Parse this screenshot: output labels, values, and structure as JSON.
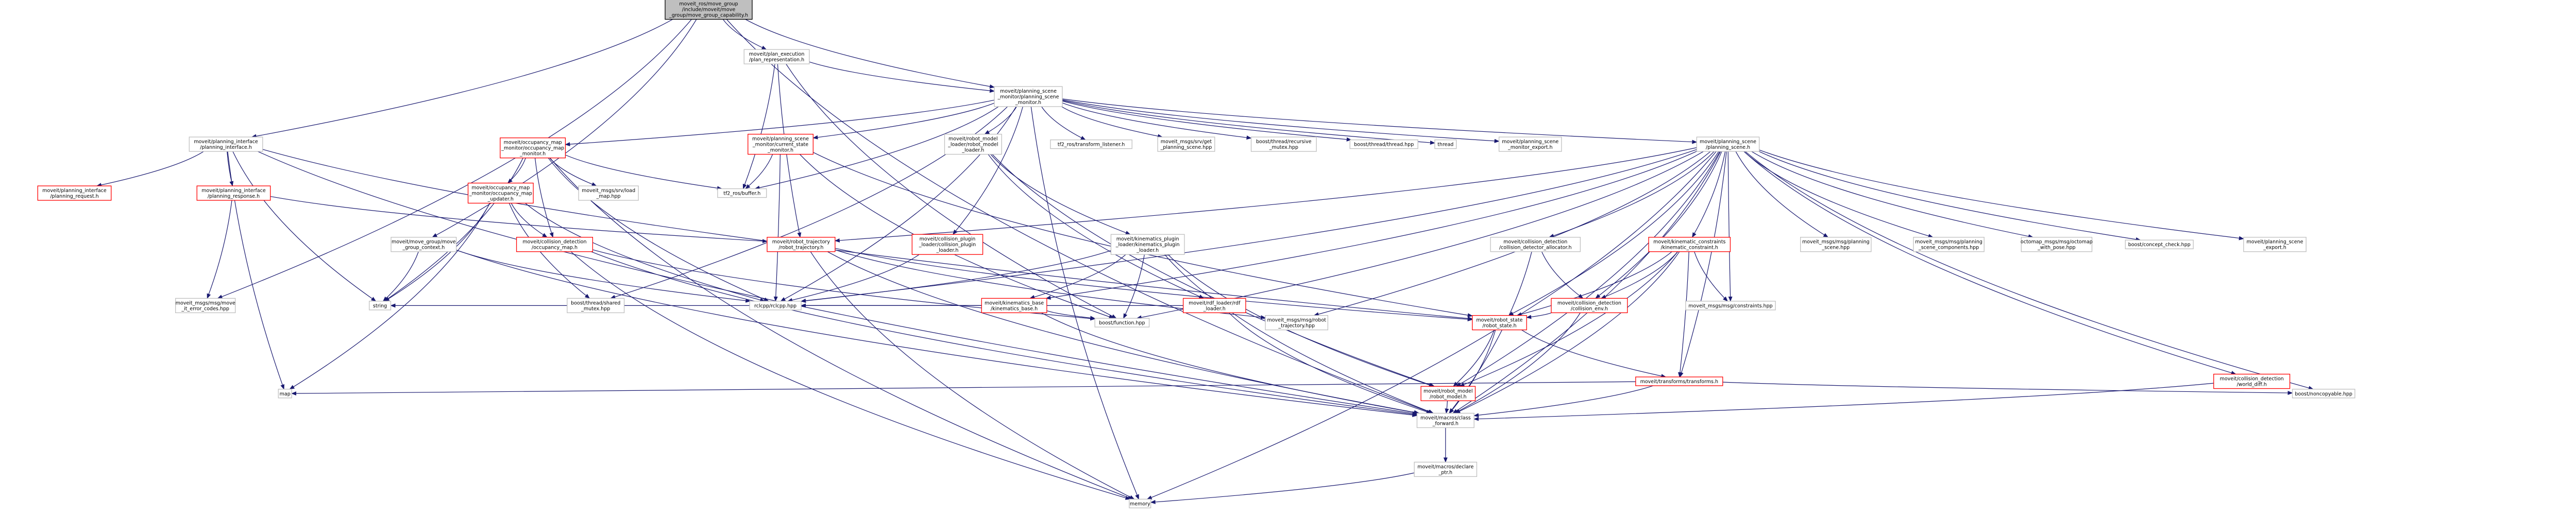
{
  "colors": {
    "edge": "#191970",
    "box_border_default": "#bfbfbf",
    "box_border_red": "#ff0000",
    "root_fill": "#bfbfbf",
    "root_border": "#000000",
    "fill": "#ffffff",
    "text": "#000000"
  },
  "nodes": [
    {
      "id": "root",
      "style": "root",
      "lines": [
        "moveit_ros/move_group",
        "/include/moveit/move",
        "_group/move_group_capability.h"
      ]
    },
    {
      "id": "plan_exec",
      "style": "default",
      "lines": [
        "moveit/plan_execution",
        "/plan_representation.h"
      ]
    },
    {
      "id": "psm",
      "style": "default",
      "lines": [
        "moveit/planning_scene",
        "_monitor/planning_scene",
        "_monitor.h"
      ]
    },
    {
      "id": "pi",
      "style": "default",
      "lines": [
        "moveit/planning_interface",
        "/planning_interface.h"
      ]
    },
    {
      "id": "occ_mon",
      "style": "red",
      "lines": [
        "moveit/occupancy_map",
        "_monitor/occupancy_map",
        "_monitor.h"
      ]
    },
    {
      "id": "cur_state",
      "style": "red",
      "lines": [
        "moveit/planning_scene",
        "_monitor/current_state",
        "_monitor.h"
      ]
    },
    {
      "id": "rml",
      "style": "default",
      "lines": [
        "moveit/robot_model",
        "_loader/robot_model",
        "_loader.h"
      ]
    },
    {
      "id": "tf2_listener",
      "style": "default",
      "lines": [
        "tf2_ros/transform_listener.h"
      ]
    },
    {
      "id": "srv_scene",
      "style": "default",
      "lines": [
        "moveit_msgs/srv/get",
        "_planning_scene.hpp"
      ]
    },
    {
      "id": "rec_mutex",
      "style": "default",
      "lines": [
        "boost/thread/recursive",
        "_mutex.hpp"
      ]
    },
    {
      "id": "thread_hpp",
      "style": "default",
      "lines": [
        "boost/thread/thread.hpp"
      ]
    },
    {
      "id": "thread",
      "style": "default",
      "lines": [
        "thread"
      ]
    },
    {
      "id": "ps_export",
      "style": "default",
      "lines": [
        "moveit/planning_scene",
        "_monitor_export.h"
      ]
    },
    {
      "id": "ps",
      "style": "default",
      "lines": [
        "moveit/planning_scene",
        "/planning_scene.h"
      ]
    },
    {
      "id": "pi_req",
      "style": "red",
      "lines": [
        "moveit/planning_interface",
        "/planning_request.h"
      ]
    },
    {
      "id": "pi_resp",
      "style": "red",
      "lines": [
        "moveit/planning_interface",
        "/planning_response.h"
      ]
    },
    {
      "id": "occ_upd",
      "style": "red",
      "lines": [
        "moveit/occupancy_map",
        "_monitor/occupancy_map",
        "_updater.h"
      ]
    },
    {
      "id": "octomap_msg",
      "style": "default",
      "lines": [
        "moveit_msgs/srv/load",
        "_map.hpp"
      ]
    },
    {
      "id": "tf2_buf",
      "style": "default",
      "lines": [
        "tf2_ros/buffer.h"
      ]
    },
    {
      "id": "mg_ctx",
      "style": "default",
      "lines": [
        "moveit/move_group/move",
        "_group_context.h"
      ]
    },
    {
      "id": "cd_occ",
      "style": "red",
      "lines": [
        "moveit/collision_detection",
        "/occupancy_map.h"
      ]
    },
    {
      "id": "rt",
      "style": "red",
      "lines": [
        "moveit/robot_trajectory",
        "/robot_trajectory.h"
      ]
    },
    {
      "id": "cplugin",
      "style": "red",
      "lines": [
        "moveit/collision_plugin",
        "_loader/collision_plugin",
        "_loader.h"
      ]
    },
    {
      "id": "kpl",
      "style": "default",
      "lines": [
        "moveit/kinematics_plugin",
        "_loader/kinematics_plugin",
        "_loader.h"
      ]
    },
    {
      "id": "cd_alloc",
      "style": "default",
      "lines": [
        "moveit/collision_detection",
        "/collision_detector_allocator.h"
      ]
    },
    {
      "id": "kin_con",
      "style": "red",
      "lines": [
        "moveit/kinematic_constraints",
        "/kinematic_constraint.h"
      ]
    },
    {
      "id": "ps_msg",
      "style": "default",
      "lines": [
        "moveit_msgs/msg/planning",
        "_scene.hpp"
      ]
    },
    {
      "id": "ps_comp",
      "style": "default",
      "lines": [
        "moveit_msgs/msg/planning",
        "_scene_components.hpp"
      ]
    },
    {
      "id": "octomap_pose",
      "style": "default",
      "lines": [
        "octomap_msgs/msg/octomap",
        "_with_pose.hpp"
      ]
    },
    {
      "id": "concept",
      "style": "default",
      "lines": [
        "boost/concept_check.hpp"
      ]
    },
    {
      "id": "ps_export2",
      "style": "default",
      "lines": [
        "moveit/planning_scene",
        "_export.h"
      ]
    },
    {
      "id": "mec",
      "style": "default",
      "lines": [
        "moveit_msgs/msg/move",
        "_it_error_codes.hpp"
      ]
    },
    {
      "id": "string",
      "style": "default",
      "lines": [
        "string"
      ]
    },
    {
      "id": "shared_mutex",
      "style": "default",
      "lines": [
        "boost/thread/shared",
        "_mutex.hpp"
      ]
    },
    {
      "id": "rclcpp",
      "style": "default",
      "lines": [
        "rclcpp/rclcpp.hpp"
      ]
    },
    {
      "id": "kin_base",
      "style": "red",
      "lines": [
        "moveit/kinematics_base",
        "/kinematics_base.h"
      ]
    },
    {
      "id": "srdf",
      "style": "red",
      "lines": [
        "moveit/rdf_loader/rdf",
        "_loader.h"
      ]
    },
    {
      "id": "cd_env",
      "style": "red",
      "lines": [
        "moveit/collision_detection",
        "/collision_env.h"
      ]
    },
    {
      "id": "constraints",
      "style": "default",
      "lines": [
        "moveit_msgs/msg/constraints.hpp"
      ]
    },
    {
      "id": "bfunc",
      "style": "default",
      "lines": [
        "boost/function.hpp"
      ]
    },
    {
      "id": "rtraj_msg",
      "style": "default",
      "lines": [
        "moveit_msgs/msg/robot",
        "_trajectory.hpp"
      ]
    },
    {
      "id": "rstate",
      "style": "red",
      "lines": [
        "moveit/robot_state",
        "/robot_state.h"
      ]
    },
    {
      "id": "transforms",
      "style": "red",
      "lines": [
        "moveit/transforms/transforms.h"
      ]
    },
    {
      "id": "world_diff",
      "style": "red",
      "lines": [
        "moveit/collision_detection",
        "/world_diff.h"
      ]
    },
    {
      "id": "map",
      "style": "default",
      "lines": [
        "map"
      ]
    },
    {
      "id": "rmodel",
      "style": "red",
      "lines": [
        "moveit/robot_model",
        "/robot_model.h"
      ]
    },
    {
      "id": "noncopy",
      "style": "default",
      "lines": [
        "boost/noncopyable.hpp"
      ]
    },
    {
      "id": "cfwd",
      "style": "default",
      "lines": [
        "moveit/macros/class",
        "_forward.h"
      ]
    },
    {
      "id": "declare_ptr",
      "style": "default",
      "lines": [
        "moveit/macros/declare",
        "_ptr.h"
      ]
    },
    {
      "id": "memory",
      "style": "default",
      "lines": [
        "memory"
      ]
    }
  ],
  "edges": [
    [
      "root",
      "plan_exec"
    ],
    [
      "root",
      "psm"
    ],
    [
      "root",
      "pi"
    ],
    [
      "root",
      "mg_ctx"
    ],
    [
      "root",
      "mec"
    ],
    [
      "root",
      "cfwd"
    ],
    [
      "plan_exec",
      "psm"
    ],
    [
      "plan_exec",
      "rt"
    ],
    [
      "plan_exec",
      "tf2_buf"
    ],
    [
      "plan_exec",
      "bfunc"
    ],
    [
      "psm",
      "occ_mon"
    ],
    [
      "psm",
      "cur_state"
    ],
    [
      "psm",
      "rml"
    ],
    [
      "psm",
      "tf2_listener"
    ],
    [
      "psm",
      "srv_scene"
    ],
    [
      "psm",
      "rec_mutex"
    ],
    [
      "psm",
      "thread_hpp"
    ],
    [
      "psm",
      "thread"
    ],
    [
      "psm",
      "ps_export"
    ],
    [
      "psm",
      "ps"
    ],
    [
      "psm",
      "tf2_buf"
    ],
    [
      "psm",
      "rclcpp"
    ],
    [
      "psm",
      "cplugin"
    ],
    [
      "psm",
      "shared_mutex"
    ],
    [
      "psm",
      "memory"
    ],
    [
      "pi",
      "pi_req"
    ],
    [
      "pi",
      "pi_resp"
    ],
    [
      "pi",
      "string"
    ],
    [
      "pi",
      "map"
    ],
    [
      "pi",
      "rstate"
    ],
    [
      "pi",
      "cfwd"
    ],
    [
      "occ_mon",
      "occ_upd"
    ],
    [
      "occ_mon",
      "octomap_msg"
    ],
    [
      "occ_mon",
      "tf2_buf"
    ],
    [
      "occ_mon",
      "cd_occ"
    ],
    [
      "occ_mon",
      "string"
    ],
    [
      "occ_mon",
      "rclcpp"
    ],
    [
      "occ_mon",
      "memory"
    ],
    [
      "cur_state",
      "tf2_buf"
    ],
    [
      "cur_state",
      "rstate"
    ],
    [
      "cur_state",
      "rclcpp"
    ],
    [
      "cur_state",
      "bfunc"
    ],
    [
      "rml",
      "kpl"
    ],
    [
      "rml",
      "srdf"
    ],
    [
      "rml",
      "rmodel"
    ],
    [
      "ps",
      "rt"
    ],
    [
      "ps",
      "cd_alloc"
    ],
    [
      "ps",
      "kin_con"
    ],
    [
      "ps",
      "ps_msg"
    ],
    [
      "ps",
      "ps_comp"
    ],
    [
      "ps",
      "octomap_pose"
    ],
    [
      "ps",
      "concept"
    ],
    [
      "ps",
      "ps_export2"
    ],
    [
      "ps",
      "transforms"
    ],
    [
      "ps",
      "world_diff"
    ],
    [
      "ps",
      "noncopy"
    ],
    [
      "ps",
      "cd_env"
    ],
    [
      "ps",
      "constraints"
    ],
    [
      "ps",
      "rtraj_msg"
    ],
    [
      "ps",
      "bfunc"
    ],
    [
      "ps",
      "rclcpp"
    ],
    [
      "ps",
      "kin_base"
    ],
    [
      "ps",
      "rstate"
    ],
    [
      "ps",
      "cfwd"
    ],
    [
      "ps",
      "memory"
    ],
    [
      "ps",
      "rmodel"
    ],
    [
      "pi_resp",
      "rt"
    ],
    [
      "pi_resp",
      "mec"
    ],
    [
      "occ_upd",
      "cd_occ"
    ],
    [
      "occ_upd",
      "string"
    ],
    [
      "occ_upd",
      "rclcpp"
    ],
    [
      "occ_upd",
      "map"
    ],
    [
      "occ_upd",
      "shared_mutex"
    ],
    [
      "cd_occ",
      "cfwd"
    ],
    [
      "cd_occ",
      "memory"
    ],
    [
      "cd_occ",
      "bfunc"
    ],
    [
      "mg_ctx",
      "string"
    ],
    [
      "mg_ctx",
      "cfwd"
    ],
    [
      "mg_ctx",
      "rclcpp"
    ],
    [
      "rt",
      "rtraj_msg"
    ],
    [
      "rt",
      "rstate"
    ],
    [
      "rt",
      "memory"
    ],
    [
      "rt",
      "cfwd"
    ],
    [
      "cplugin",
      "rclcpp"
    ],
    [
      "kpl",
      "kin_base"
    ],
    [
      "kpl",
      "rclcpp"
    ],
    [
      "kpl",
      "rmodel"
    ],
    [
      "kpl",
      "cfwd"
    ],
    [
      "kpl",
      "bfunc"
    ],
    [
      "kin_base",
      "rclcpp"
    ],
    [
      "kin_base",
      "bfunc"
    ],
    [
      "kin_base",
      "cfwd"
    ],
    [
      "kin_base",
      "string"
    ],
    [
      "srdf",
      "rclcpp"
    ],
    [
      "srdf",
      "cfwd"
    ],
    [
      "cd_alloc",
      "cd_env"
    ],
    [
      "cd_alloc",
      "cfwd"
    ],
    [
      "kin_con",
      "cd_env"
    ],
    [
      "kin_con",
      "constraints"
    ],
    [
      "kin_con",
      "rstate"
    ],
    [
      "kin_con",
      "transforms"
    ],
    [
      "kin_con",
      "cfwd"
    ],
    [
      "kin_con",
      "rmodel"
    ],
    [
      "cd_env",
      "rstate"
    ],
    [
      "cd_env",
      "cfwd"
    ],
    [
      "rstate",
      "rmodel"
    ],
    [
      "rstate",
      "transforms"
    ],
    [
      "rstate",
      "cfwd"
    ],
    [
      "transforms",
      "map"
    ],
    [
      "transforms",
      "cfwd"
    ],
    [
      "transforms",
      "noncopy"
    ],
    [
      "world_diff",
      "cfwd"
    ],
    [
      "rmodel",
      "cfwd"
    ],
    [
      "cfwd",
      "declare_ptr"
    ],
    [
      "declare_ptr",
      "memory"
    ]
  ]
}
